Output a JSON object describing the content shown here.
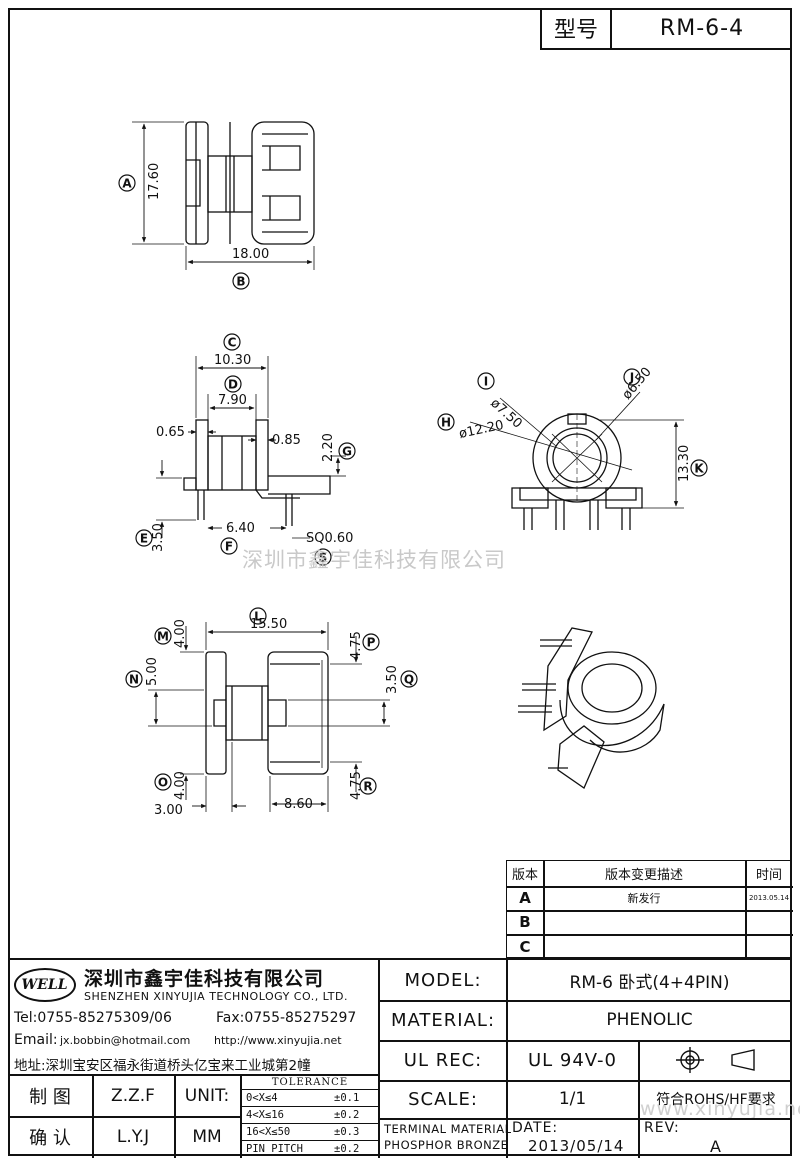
{
  "header": {
    "model_label": "型号",
    "model_value": "RM-6-4"
  },
  "drawing": {
    "dims": {
      "a_value": "17.60",
      "b_value": "18.00",
      "c_value": "10.30",
      "d_value": "7.90",
      "left_065": "0.65",
      "right_085": "0.85",
      "g_value": "2.20",
      "e_value": "3.50",
      "f_value": "6.40",
      "s_value": "SQ0.60",
      "h_value": "ø12.20",
      "i_value": "ø7.50",
      "j_value": "ø6.50",
      "k_value": "13.30",
      "l_value": "15.50",
      "m_value": "4.00",
      "n_value": "5.00",
      "p_value": "4.75",
      "q_value": "3.50",
      "o_value": "4.00",
      "r_value": "4.75",
      "bottom_300": "3.00",
      "bottom_860": "8.60"
    },
    "markers": [
      "A",
      "B",
      "C",
      "D",
      "E",
      "F",
      "G",
      "H",
      "I",
      "J",
      "K",
      "L",
      "M",
      "N",
      "O",
      "P",
      "Q",
      "R",
      "S"
    ]
  },
  "watermark": {
    "text": "深圳市鑫宇佳科技有限公司",
    "url": "www.xinyujia.net"
  },
  "revision_table": {
    "headers": {
      "version": "版本",
      "description": "版本变更描述",
      "time": "时间"
    },
    "rows": [
      {
        "version": "A",
        "description": "新发行",
        "time": "2013.05.14"
      },
      {
        "version": "B",
        "description": "",
        "time": ""
      },
      {
        "version": "C",
        "description": "",
        "time": ""
      }
    ]
  },
  "company": {
    "logo_text": "WELL",
    "name_cn": "深圳市鑫宇佳科技有限公司",
    "name_en": "SHENZHEN XINYUJIA TECHNOLOGY CO., LTD.",
    "tel": "Tel:0755-85275309/06",
    "fax": "Fax:0755-85275297",
    "email_label": "Email:",
    "email": "jx.bobbin@hotmail.com",
    "web": "http://www.xinyujia.net",
    "address": "地址:深圳宝安区福永街道桥头亿宝来工业城第2幢"
  },
  "signoff": {
    "draw_label": "制 图",
    "draw_name": "Z.Z.F",
    "check_label": "确 认",
    "check_name": "L.Y.J",
    "unit_label": "UNIT:",
    "unit_value": "MM"
  },
  "tolerance": {
    "title": "TOLERANCE",
    "rows": [
      {
        "range": "0<X≤4",
        "tol": "±0.1"
      },
      {
        "range": "4<X≤16",
        "tol": "±0.2"
      },
      {
        "range": "16<X≤50",
        "tol": "±0.3"
      },
      {
        "range": "PIN PITCH",
        "tol": "±0.2"
      }
    ]
  },
  "info": {
    "model_label": "MODEL:",
    "model_value": "RM-6 卧式(4+4PIN)",
    "material_label": "MATERIAL:",
    "material_value": "PHENOLIC",
    "ulrec_label": "UL REC:",
    "ulrec_value": "UL 94V-0",
    "scale_label": "SCALE:",
    "scale_value": "1/1",
    "rohs": "符合ROHS/HF要求",
    "terminal_label": "TERMINAL MATERIAL",
    "terminal_value": "PHOSPHOR BRONZE",
    "date_label": "DATE:",
    "date_value": "2013/05/14",
    "rev_label": "REV:",
    "rev_value": "A"
  }
}
